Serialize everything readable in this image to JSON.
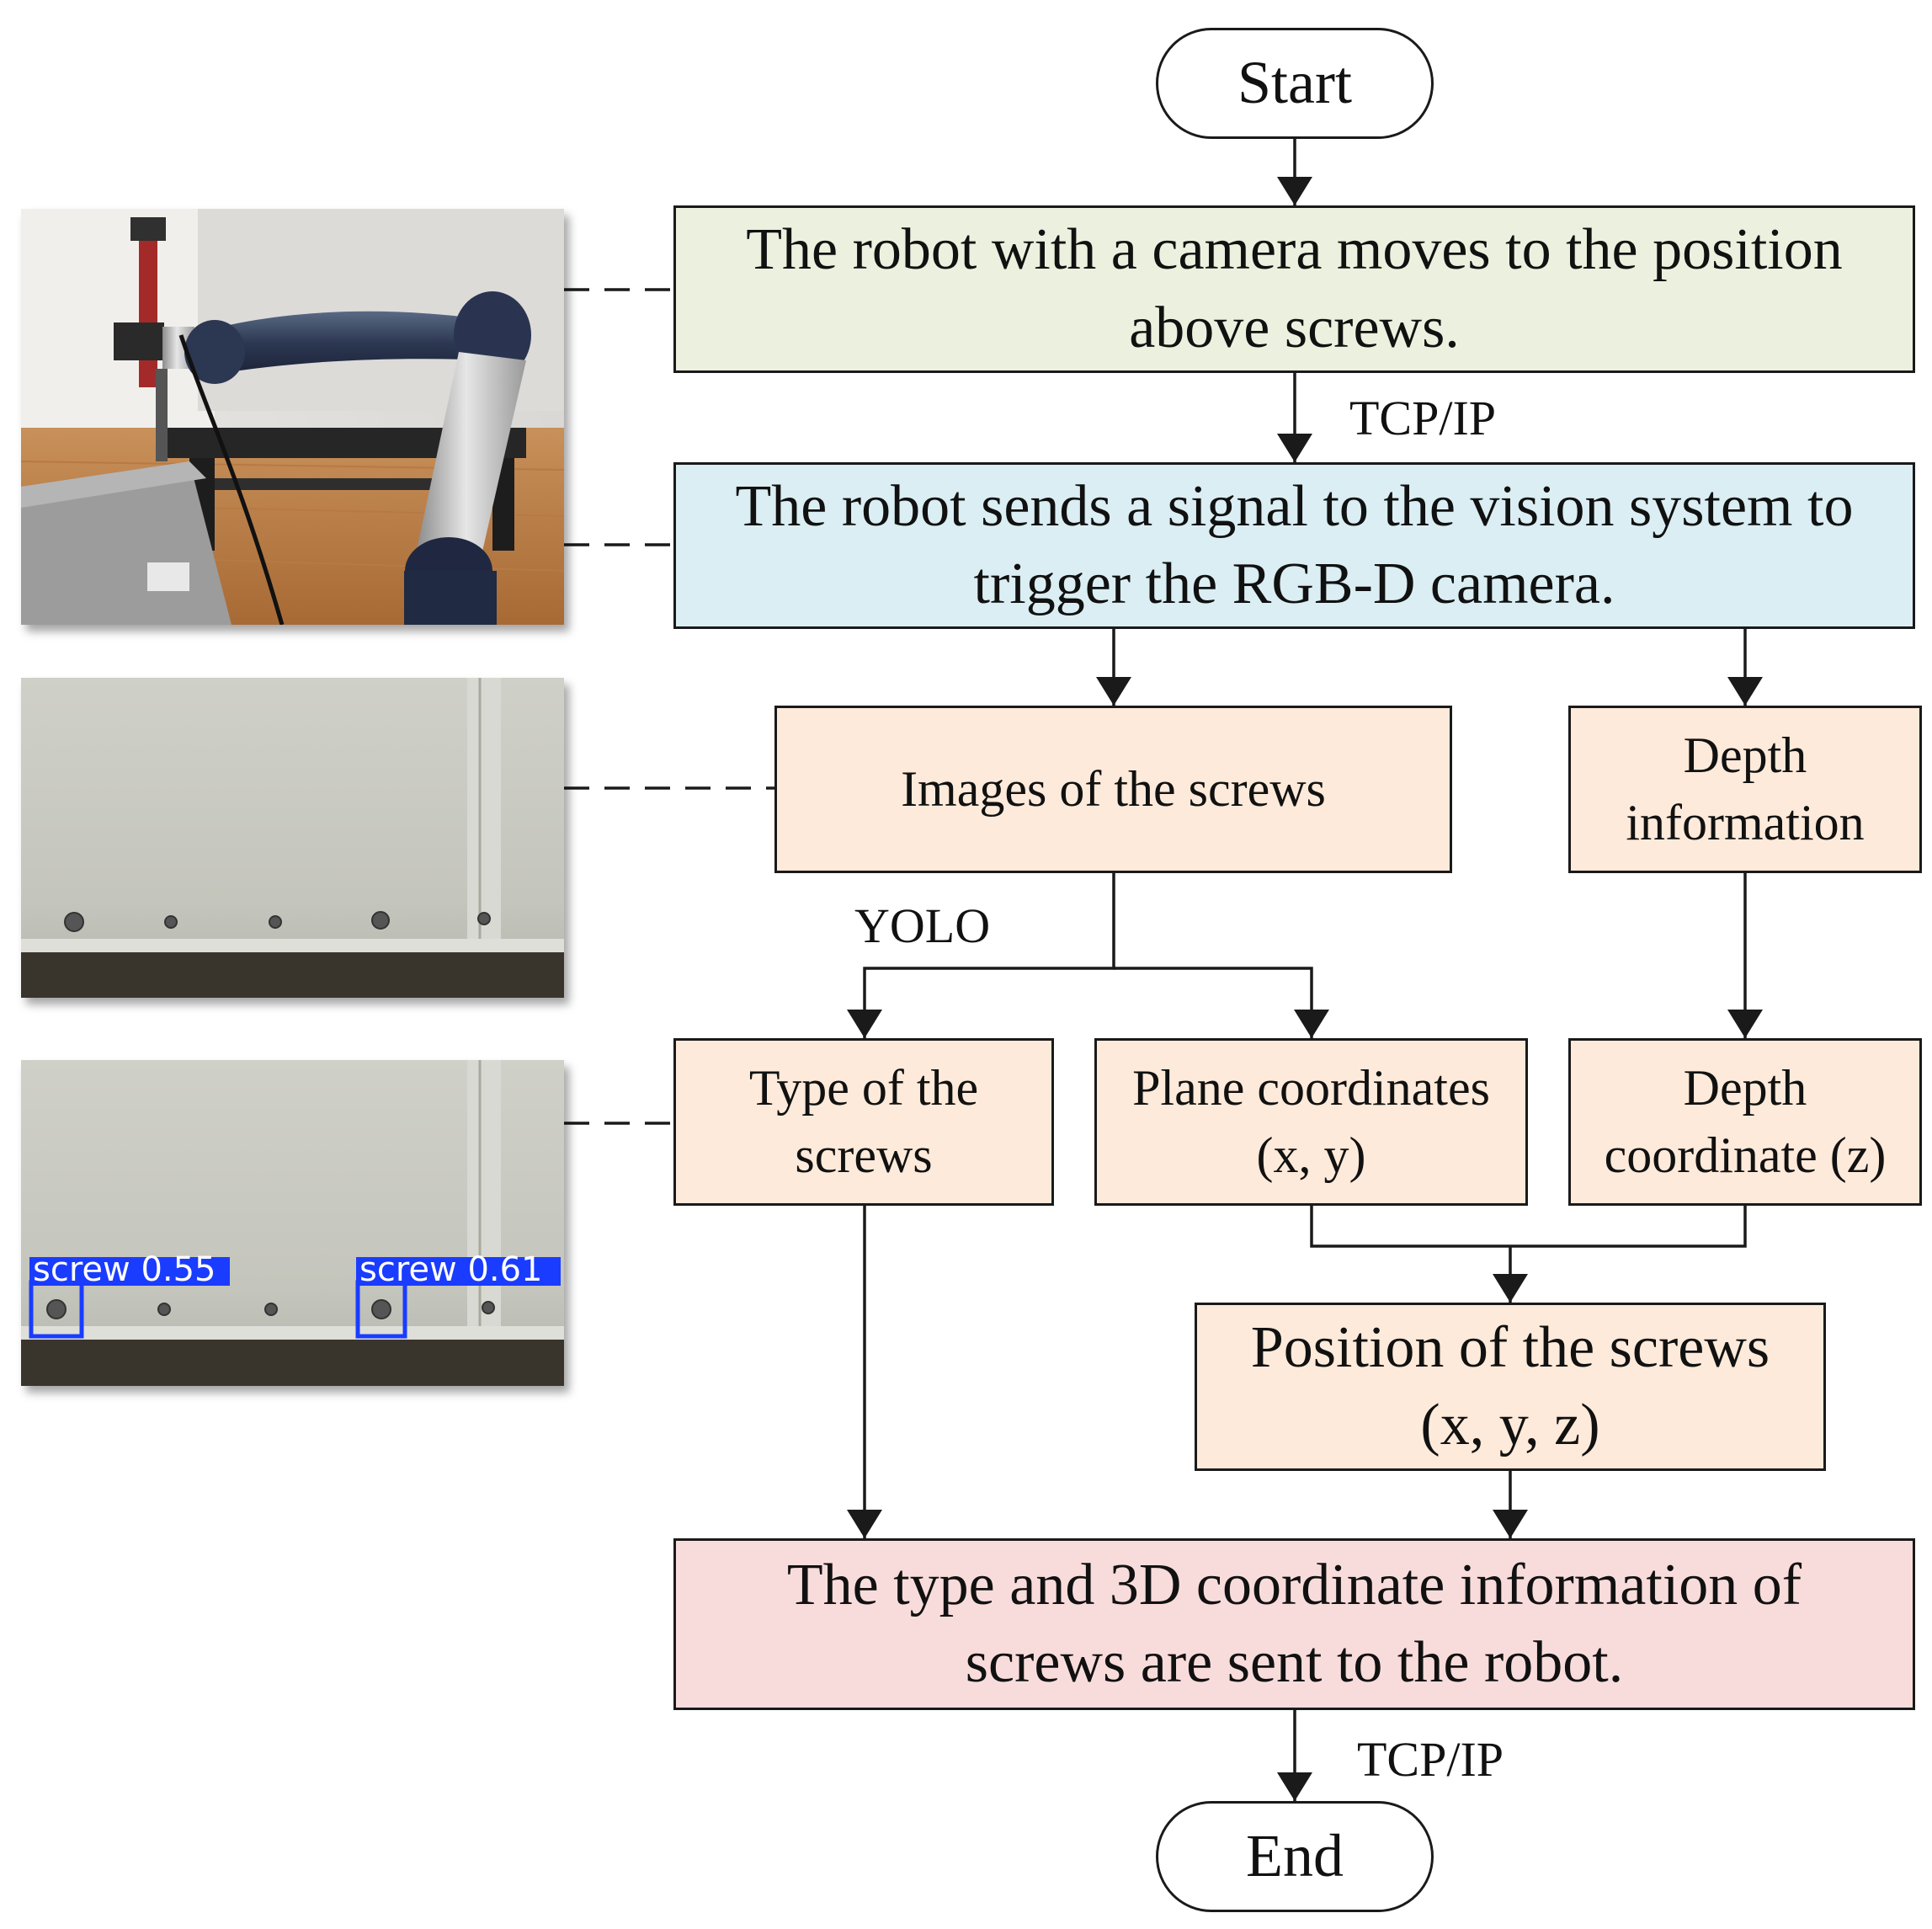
{
  "colors": {
    "green": "#ebf1de",
    "blue": "#daeef3",
    "peach": "#fdeada",
    "pink": "#f8dcdb",
    "line": "#1a1a1a",
    "detection_box": "#1a3cff"
  },
  "flow": {
    "start": "Start",
    "end": "End",
    "step_move": "The robot with a camera moves to the position above screws.",
    "step_trigger": "The robot sends a signal to the vision system to trigger the RGB-D camera.",
    "images": "Images of the screws",
    "depth_info": "Depth information",
    "type": "Type of the screws",
    "plane": "Plane coordinates (x, y)",
    "depth_coord": "Depth coordinate (z)",
    "position": "Position of the screws (x, y, z)",
    "send": "The type and 3D coordinate information of screws are sent to the robot."
  },
  "labels": {
    "tcp_1": "TCP/IP",
    "yolo": "YOLO",
    "tcp_2": "TCP/IP"
  },
  "photos": {
    "detection_1": "screw 0.55",
    "detection_2": "screw 0.61"
  }
}
